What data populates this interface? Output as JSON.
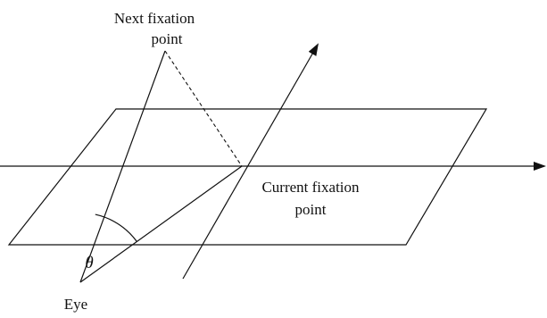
{
  "labels": {
    "next_fixation": [
      "Next fixation",
      "point"
    ],
    "current_fixation": [
      "Current fixation",
      "point"
    ],
    "eye": "Eye",
    "angle": "θ"
  },
  "colors": {
    "stroke": "#111111",
    "background": "#ffffff"
  }
}
